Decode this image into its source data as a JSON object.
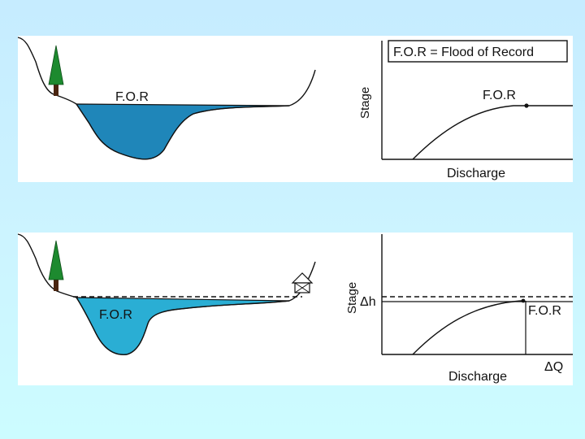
{
  "colors": {
    "water_top": "#1f86b9",
    "water_bottom": "#2aaed4",
    "tree_foliage": "#1d8a2f",
    "tree_trunk": "#4a2510",
    "panel_bg": "#ffffff"
  },
  "top": {
    "channel_label": "F.O.R",
    "legend": "F.O.R = Flood of Record",
    "y_axis_label": "Stage",
    "x_axis_label": "Discharge",
    "point_label": "F.O.R"
  },
  "bottom": {
    "channel_label": "F.O.R",
    "y_axis_label": "Stage",
    "x_axis_label": "Discharge",
    "point_label": "F.O.R",
    "delta_h_label": "Δh",
    "delta_q_label": "ΔQ"
  }
}
